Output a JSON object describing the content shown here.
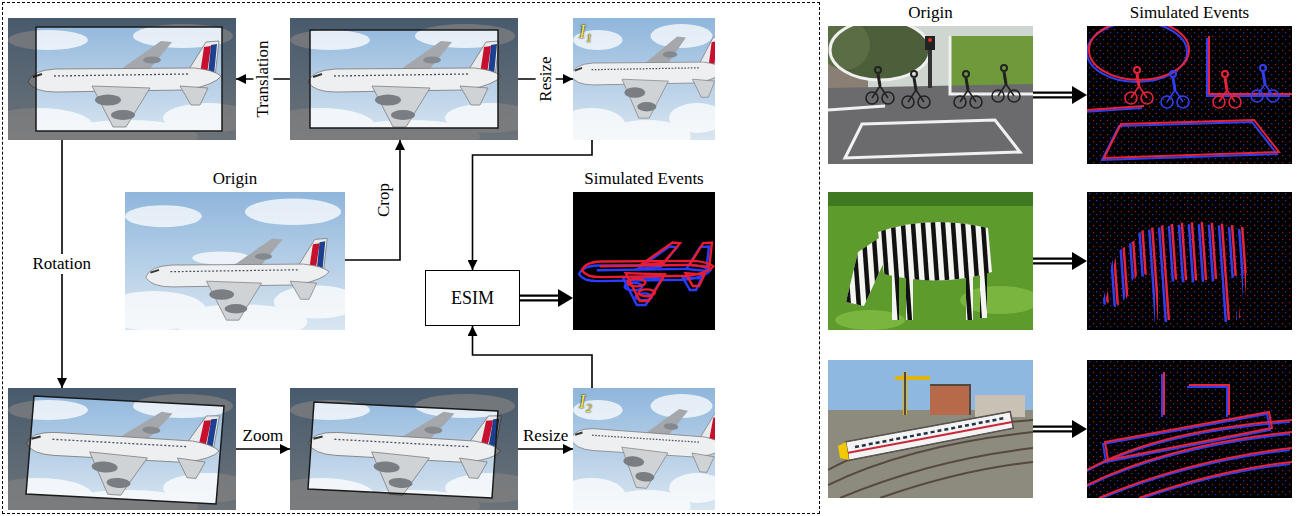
{
  "diagram": {
    "nodes": [
      {
        "text": []
      },
      {
        "text": [],
        "in": 0
      },
      {
        "text": [],
        "in": 0
      },
      {
        "text": [
          "I₁"
        ],
        "in": 0
      },
      {
        "text": [
          "Origin"
        ],
        "in": 0
      },
      {
        "text": [
          "ESIM"
        ],
        "in": 0
      },
      {
        "text": [
          "Simulated Events"
        ],
        "in": 0
      },
      {
        "text": [],
        "in": 0
      },
      {
        "text": [],
        "in": 0
      },
      {
        "text": [
          "I₂"
        ],
        "in": 0
      },
      {
        "text": [
          "Origin"
        ]
      },
      {
        "text": [
          "Simulated Events"
        ]
      },
      {
        "text": []
      },
      {
        "text": []
      },
      {
        "text": []
      },
      {
        "text": []
      }
    ],
    "edges": [
      {
        "from": 2,
        "to": 1,
        "arrow": "to",
        "label": "Translation"
      },
      {
        "from": 2,
        "to": 3,
        "arrow": "to",
        "label": "Resize"
      },
      {
        "from": 4,
        "to": 2,
        "arrow": "to",
        "label": "Crop"
      },
      {
        "from": 1,
        "to": 7,
        "arrow": "to",
        "label": "Rotation"
      },
      {
        "from": 7,
        "to": 8,
        "arrow": "to",
        "label": "Zoom"
      },
      {
        "from": 8,
        "to": 9,
        "arrow": "to",
        "label": "Resize"
      },
      {
        "from": 3,
        "to": 5,
        "arrow": "to"
      },
      {
        "from": 9,
        "to": 5,
        "arrow": "to"
      },
      {
        "from": 5,
        "to": 6,
        "arrow": "to"
      },
      {
        "from": 10,
        "to": 11,
        "arrow": "to"
      },
      {
        "from": 12,
        "to": 13,
        "arrow": "to"
      },
      {
        "from": 14,
        "to": 15,
        "arrow": "to"
      }
    ]
  }
}
